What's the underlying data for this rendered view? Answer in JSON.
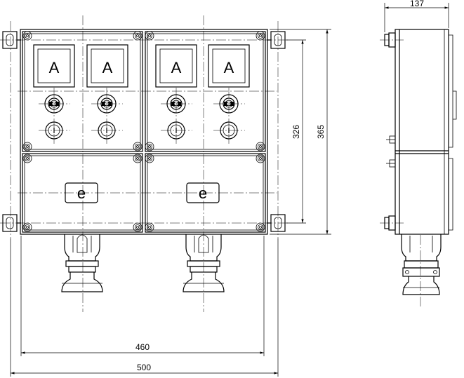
{
  "labels": {
    "ammeter": "A",
    "indicator": "e"
  },
  "dimensions": {
    "overall_width": "500",
    "mount_width": "460",
    "overall_height": "365",
    "mount_height": "326",
    "side_depth": "137"
  }
}
